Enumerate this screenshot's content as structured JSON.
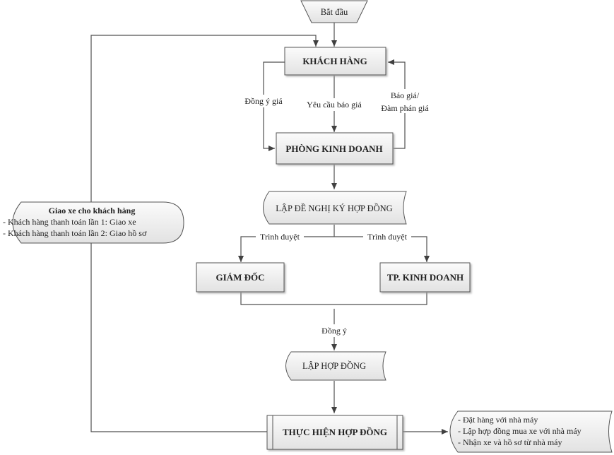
{
  "start": {
    "label": "Bắt đầu"
  },
  "customer": {
    "label": "KHÁCH HÀNG"
  },
  "sales_dept": {
    "label": "PHÒNG KINH DOANH"
  },
  "edges": {
    "agree_price": "Đồng ý giá",
    "request_quote": "Yêu cầu báo giá",
    "quote_line1": "Báo giá/",
    "quote_line2": "Đàm phán giá",
    "submit_left": "Trình duyệt",
    "submit_right": "Trình duyệt",
    "approve": "Đồng ý"
  },
  "proposal": {
    "label": "LẬP ĐỀ NGHỊ KÝ HỢP ĐỒNG"
  },
  "director": {
    "label": "GIÁM ĐỐC"
  },
  "sales_head": {
    "label": "TP. KINH DOANH"
  },
  "contract": {
    "label": "LẬP HỢP ĐỒNG"
  },
  "execute": {
    "label": "THỰC HIỆN HỢP ĐỒNG"
  },
  "delivery": {
    "title": "Giao xe cho khách hàng",
    "line1": "- Khách hàng thanh toán lần 1: Giao xe",
    "line2": "- Khách hàng thanh toán lần 2: Giao hồ sơ"
  },
  "factory": {
    "line1": "- Đặt hàng với nhà máy",
    "line2": "- Lập hợp đồng mua xe với nhà máy",
    "line3": "- Nhận xe và hồ sơ từ nhà máy"
  }
}
